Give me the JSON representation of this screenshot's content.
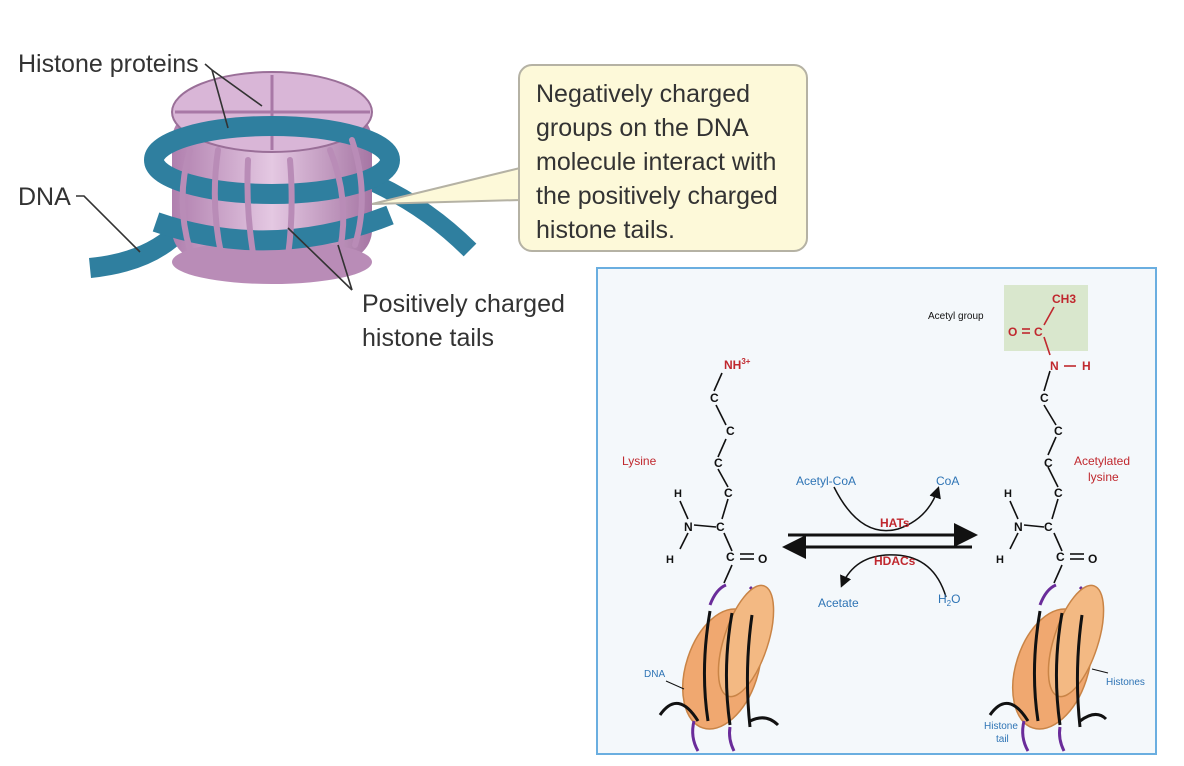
{
  "nucleosome_figure": {
    "labels": {
      "histone_proteins": "Histone proteins",
      "dna": "DNA",
      "positive_tails_line1": "Positively charged",
      "positive_tails_line2": "histone tails"
    },
    "callout": [
      "Negatively charged",
      "groups on the DNA",
      "molecule interact with",
      "the positively charged",
      "histone tails."
    ],
    "colors": {
      "dna": "#2f7f9f",
      "histone": "#c9a3c8",
      "callout_bg": "#fdf9d9"
    }
  },
  "acetylation_panel": {
    "acetyl_group": "Acetyl group",
    "lysine": "Lysine",
    "acetylated_lysine_line1": "Acetylated",
    "acetylated_lysine_line2": "lysine",
    "acetyl_coa": "Acetyl-CoA",
    "coa": "CoA",
    "hats": "HATs",
    "hdacs": "HDACs",
    "acetate": "Acetate",
    "water_h": "H",
    "water_sub": "2",
    "water_o": "O",
    "dna": "DNA",
    "histones": "Histones",
    "histone_tail_line1": "Histone",
    "histone_tail_line2": "tail",
    "left_molecule": {
      "nh3": "NH",
      "nh3_sup": "3+",
      "carbon": "C",
      "nitrogen": "N",
      "hydrogen": "H",
      "oxygen": "O"
    },
    "right_molecule": {
      "ch3": "CH3",
      "carbon": "C",
      "nitrogen": "N",
      "hydrogen": "H",
      "oxygen": "O"
    },
    "colors": {
      "red": "#c0282e",
      "blue": "#2e74b5",
      "histone_fill": "#f0a870",
      "tail": "#6a2c9a"
    }
  }
}
